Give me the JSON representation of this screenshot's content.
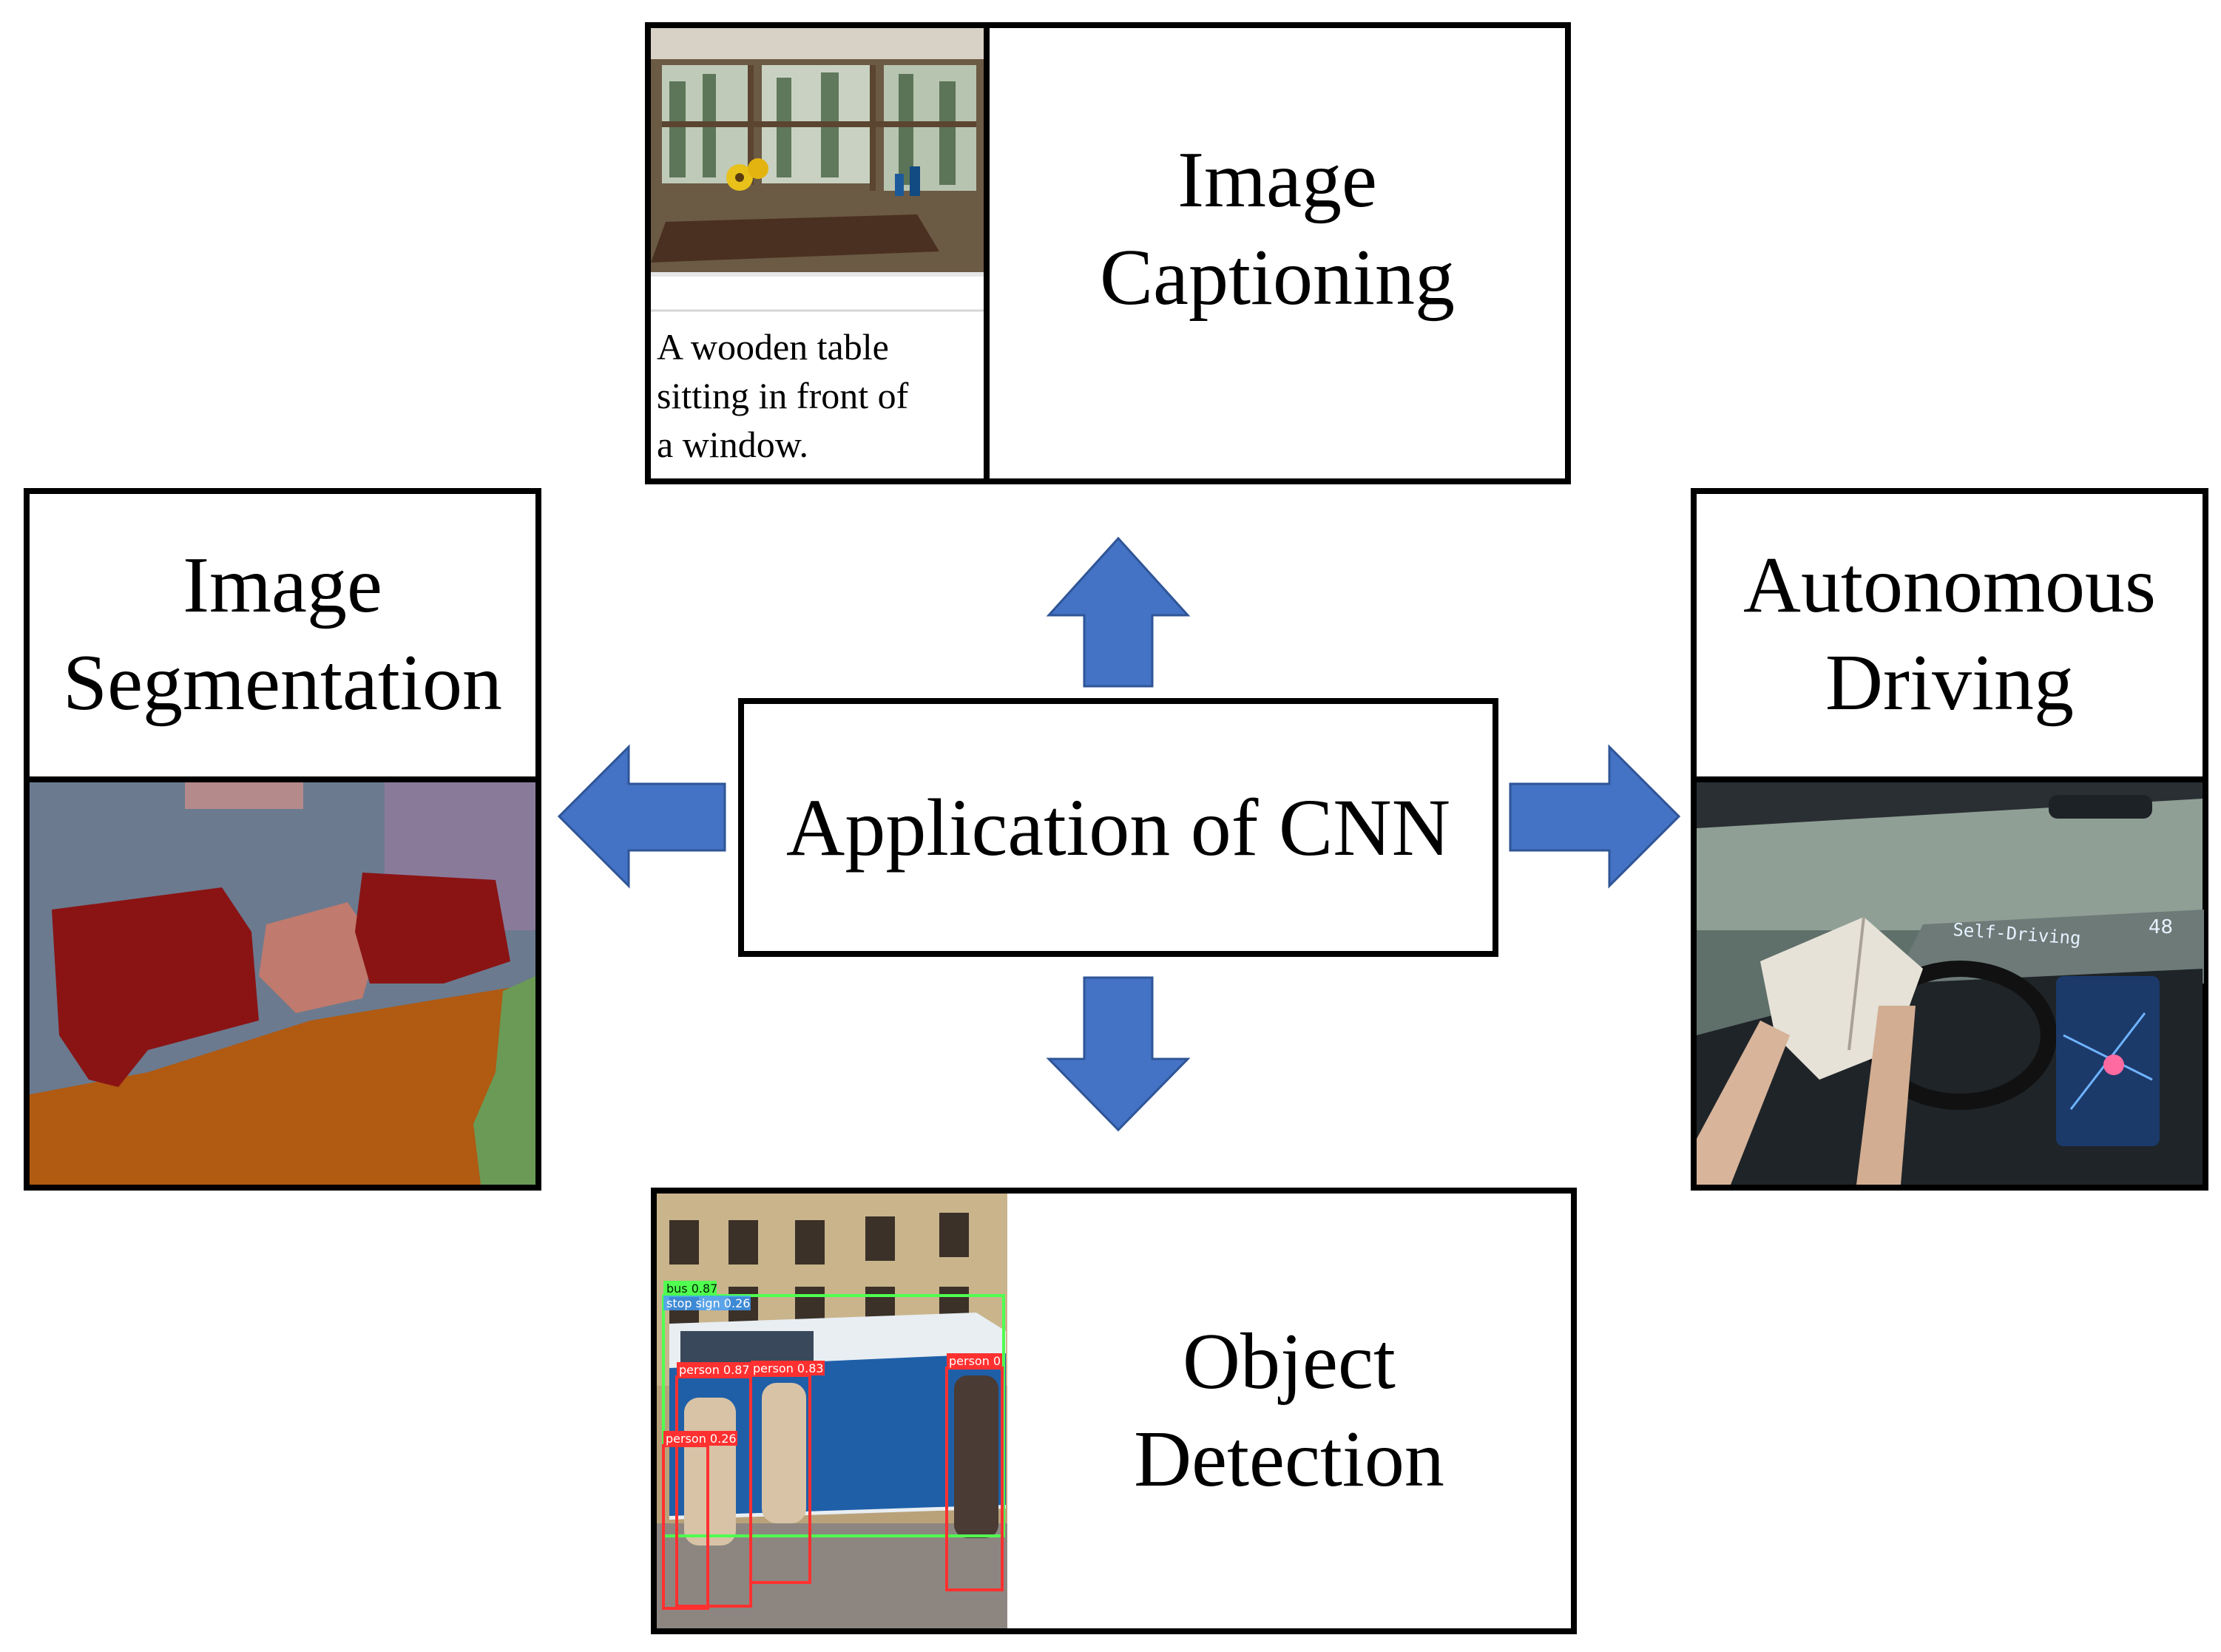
{
  "center": {
    "label": "Application of CNN"
  },
  "image_captioning": {
    "title": "Image\nCaptioning",
    "caption": "A  wooden  table\nsitting in front of\na window."
  },
  "image_segmentation": {
    "title": "Image\nSegmentation"
  },
  "autonomous_driving": {
    "title": "Autonomous\nDriving",
    "hud_text": "Self-Driving",
    "speed_text": "48"
  },
  "object_detection": {
    "title": "Object\nDetection",
    "detections": [
      {
        "label": "bus 0.87"
      },
      {
        "label": "stop sign 0.26"
      },
      {
        "label": "person 0.87"
      },
      {
        "label": "person 0.83"
      },
      {
        "label": "person 0"
      },
      {
        "label": "person 0.26"
      }
    ]
  },
  "colors": {
    "arrow": "#4472C4",
    "arrow_stroke": "#2F5597",
    "seg_background": "#6b7a8f",
    "seg_sofa": "#8a1414",
    "seg_floor": "#b05a12",
    "seg_table": "#c07a6e",
    "seg_plant": "#6a9a55"
  }
}
